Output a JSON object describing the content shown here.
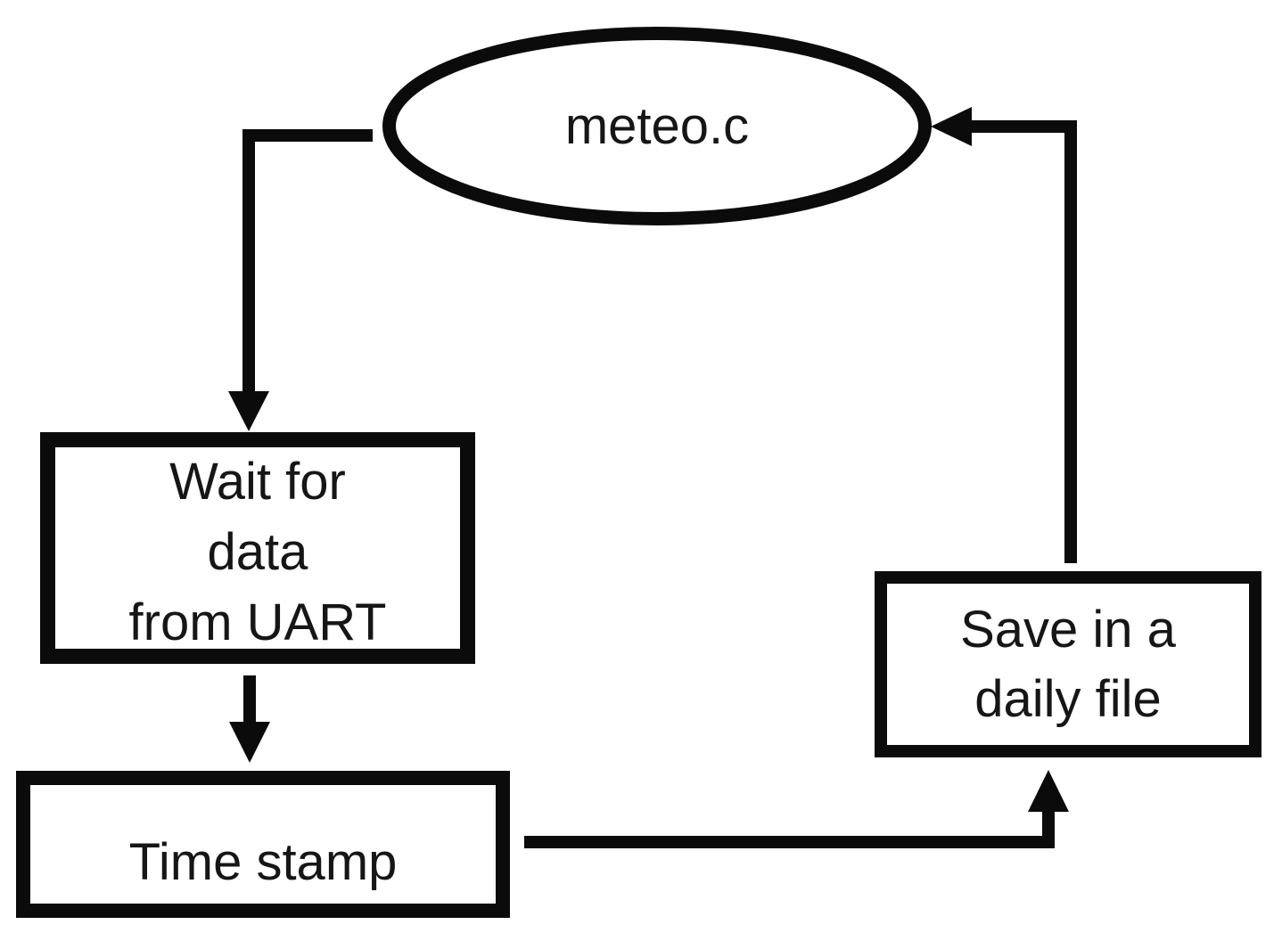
{
  "page": {
    "background": "#ffffff"
  },
  "diagram": {
    "type": "flowchart",
    "colors": {
      "shape_stroke": "#0b0b0b",
      "shape_fill": "#ffffff",
      "text": "#161616"
    },
    "nodes": {
      "meteo": {
        "shape": "ellipse",
        "label": "meteo.c"
      },
      "wait_uart": {
        "shape": "rectangle",
        "label": "Wait for\ndata\nfrom UART"
      },
      "time_stamp": {
        "shape": "rectangle",
        "label": "Time stamp"
      },
      "save_file": {
        "shape": "rectangle",
        "label": "Save in a\ndaily file"
      }
    },
    "edges": [
      {
        "from": "meteo",
        "to": "wait_uart",
        "route": "left-then-down"
      },
      {
        "from": "wait_uart",
        "to": "time_stamp",
        "route": "down"
      },
      {
        "from": "time_stamp",
        "to": "save_file",
        "route": "right-then-up"
      },
      {
        "from": "save_file",
        "to": "meteo",
        "route": "up-then-left"
      }
    ]
  }
}
